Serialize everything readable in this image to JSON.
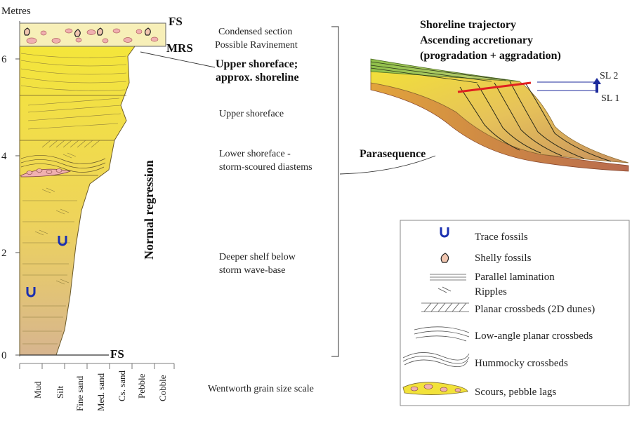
{
  "axis": {
    "title": "Metres",
    "ticks": [
      "0",
      "2",
      "4",
      "6"
    ]
  },
  "grain_scale": {
    "labels": [
      "Mud",
      "Silt",
      "Fine sand",
      "Med. sand",
      "Cs. sand",
      "Pebble",
      "Cobble"
    ],
    "title": "Wentworth grain size scale"
  },
  "surfaces": {
    "fs_top": "FS",
    "mrs": "MRS",
    "fs_base": "FS"
  },
  "regression_label": "Normal regression",
  "facies": {
    "condensed_1": "Condensed section",
    "condensed_2": "Possible Ravinement",
    "upper_shoreline_1": "Upper shoreface;",
    "upper_shoreline_2": "approx. shoreline",
    "upper_shoreface": "Upper shoreface",
    "lower_shoreface_1": "Lower shoreface -",
    "lower_shoreface_2": "storm-scoured diastems",
    "deeper_shelf_1": "Deeper shelf below",
    "deeper_shelf_2": "storm wave-base"
  },
  "parasequence_label": "Parasequence",
  "trajectory": {
    "title_1": "Shoreline trajectory",
    "title_2": "Ascending accretionary",
    "title_3": "(progradation + aggradation)",
    "sl2": "SL 2",
    "sl1": "SL 1"
  },
  "legend": {
    "trace_fossils": "Trace fossils",
    "shelly_fossils": "Shelly fossils",
    "parallel_lamination": "Parallel lamination",
    "ripples": "Ripples",
    "planar_crossbeds": "Planar crossbeds (2D dunes)",
    "low_angle": "Low-angle planar crossbeds",
    "hummocky": "Hummocky crossbeds",
    "scours": "Scours, pebble lags"
  },
  "colors": {
    "sand_top": "#f2e23a",
    "sand_bottom": "#d9b98f",
    "condensed": "#f7efb8",
    "pebble": "#f0b4b4",
    "red_trajectory": "#e02020",
    "shoreline_blue": "#1c2a9c",
    "green_topset": "#86b94a",
    "slope_brown": "#b86b4b"
  }
}
